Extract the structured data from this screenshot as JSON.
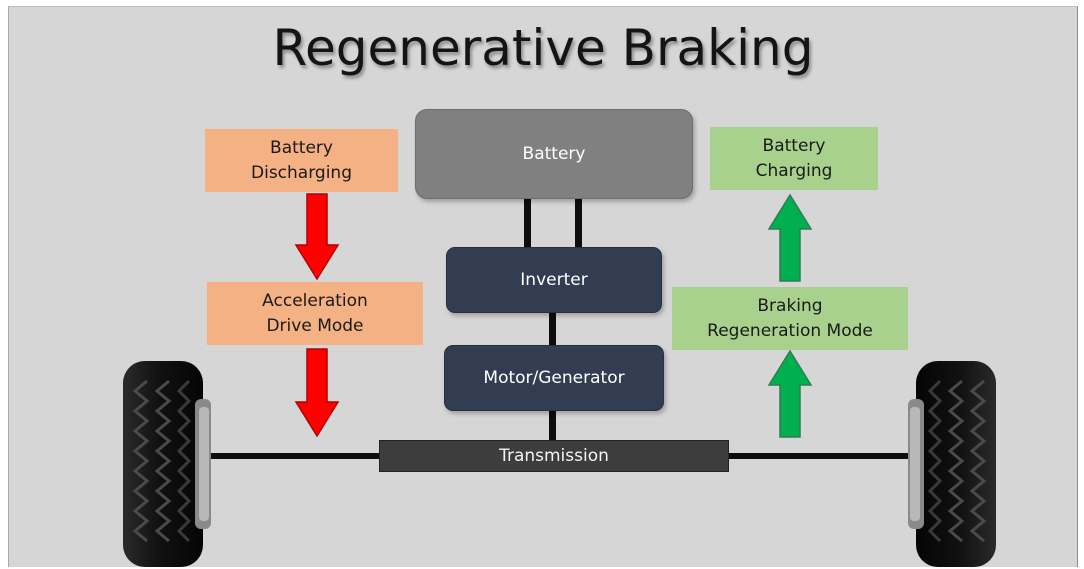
{
  "title": "Regenerative Braking",
  "components": {
    "battery": "Battery",
    "inverter": "Inverter",
    "motor_generator": "Motor/Generator",
    "transmission": "Transmission"
  },
  "labels": {
    "battery_discharging": "Battery\nDischarging",
    "acceleration_mode": "Acceleration\nDrive Mode",
    "battery_charging": "Battery\nCharging",
    "braking_mode": "Braking\nRegeneration Mode"
  },
  "colors": {
    "background": "#d6d6d6",
    "battery": "#808080",
    "component_dark": "#323d52",
    "transmission": "#3d3d3d",
    "discharge_label": "#f4b183",
    "charge_label": "#a9d18e",
    "discharge_arrow": "#ff0000",
    "charge_arrow": "#00b050"
  },
  "icons": [
    "left-wheel-icon",
    "right-wheel-icon",
    "red-down-arrow",
    "green-up-arrow"
  ]
}
